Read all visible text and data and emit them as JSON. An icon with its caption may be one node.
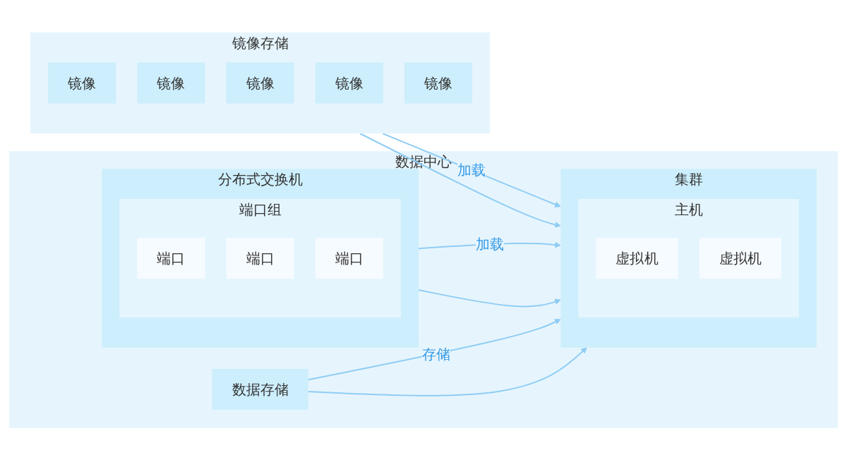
{
  "diagram": {
    "nodes": [
      {
        "text": [
          "数据中心"
        ]
      },
      {
        "text": [
          "数据存储"
        ],
        "in": 0
      },
      {
        "text": [
          "集群"
        ],
        "in": 0
      },
      {
        "text": [
          "主机"
        ],
        "in": 2
      },
      {
        "text": [
          "虚拟机"
        ],
        "in": 3
      },
      {
        "text": [
          "虚拟机"
        ],
        "in": 3
      },
      {
        "text": [
          "分布式交换机"
        ],
        "in": 0
      },
      {
        "text": [
          "端口组"
        ],
        "in": 6
      },
      {
        "text": [
          "端口"
        ],
        "in": 7
      },
      {
        "text": [
          "端口"
        ],
        "in": 7
      },
      {
        "text": [
          "端口"
        ],
        "in": 7
      },
      {
        "text": [
          "镜像存储"
        ]
      },
      {
        "text": [
          "镜像"
        ],
        "in": 11
      },
      {
        "text": [
          "镜像"
        ],
        "in": 11
      },
      {
        "text": [
          "镜像"
        ],
        "in": 11
      },
      {
        "text": [
          "镜像"
        ],
        "in": 11
      },
      {
        "text": [
          "镜像"
        ],
        "in": 11
      }
    ],
    "edges": [
      {
        "from": 1,
        "to": 2,
        "arrow": "to",
        "label": "存储"
      },
      {
        "from": 1,
        "to": 2,
        "arrow": "to"
      },
      {
        "from": 11,
        "to": 2,
        "arrow": "to",
        "label": "加载"
      },
      {
        "from": 11,
        "to": 2,
        "arrow": "to"
      },
      {
        "from": 6,
        "to": 2,
        "arrow": "to",
        "label": "加载"
      },
      {
        "from": 6,
        "to": 2,
        "arrow": "to"
      }
    ]
  }
}
